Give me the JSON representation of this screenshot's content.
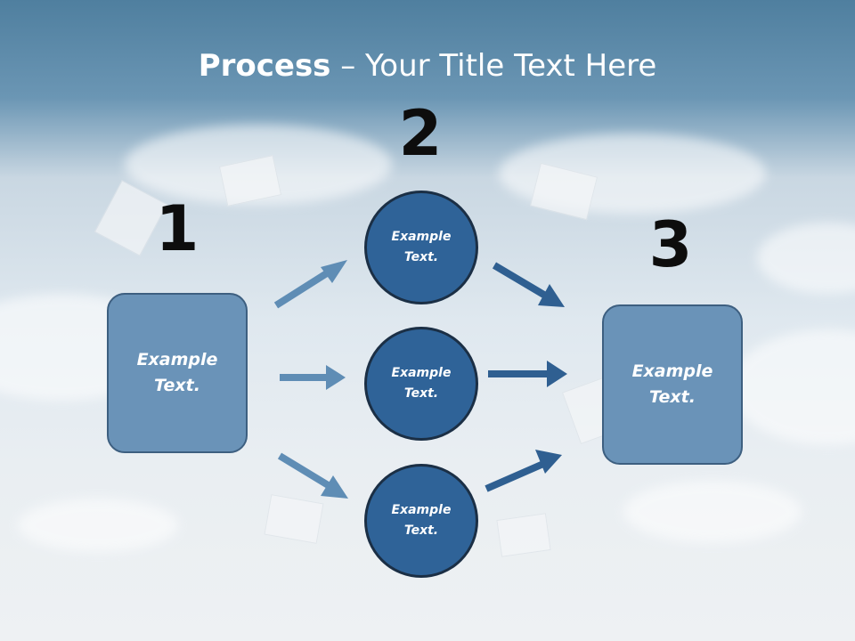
{
  "title": {
    "bold": "Process",
    "rest": " – Your Title Text Here"
  },
  "steps": [
    {
      "number": "1",
      "label": "Example\nText."
    },
    {
      "number": "2",
      "label": "Example\nText."
    },
    {
      "number": "3",
      "label": "Example\nText."
    }
  ],
  "circles": [
    {
      "label": "Example\nText."
    },
    {
      "label": "Example\nText."
    },
    {
      "label": "Example\nText."
    }
  ],
  "colors": {
    "box_fill": "#6a93b8",
    "circle_fill": "#2f6398",
    "arrow_light": "#5f8db5",
    "arrow_dark": "#2f5f91"
  }
}
